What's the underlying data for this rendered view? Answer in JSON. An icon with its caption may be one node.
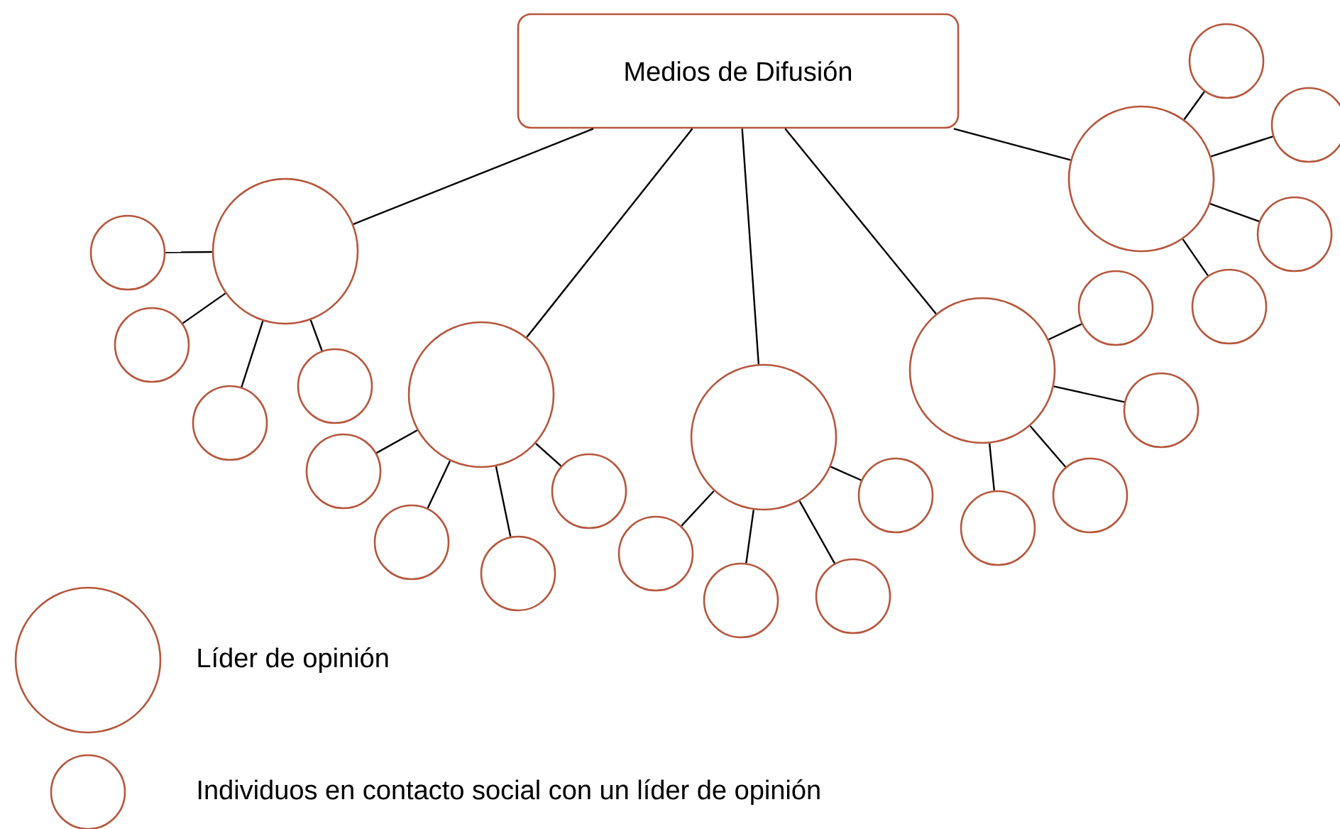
{
  "diagram": {
    "nodes": [
      {
        "text": [
          "Medios de Difusión"
        ]
      },
      {
        "text": [],
        "shape": "circle"
      },
      {
        "text": [],
        "shape": "circle"
      },
      {
        "text": [],
        "shape": "circle"
      },
      {
        "text": [],
        "shape": "circle"
      },
      {
        "text": [],
        "shape": "circle"
      },
      {
        "text": [],
        "shape": "circle"
      },
      {
        "text": [],
        "shape": "circle"
      },
      {
        "text": [],
        "shape": "circle"
      },
      {
        "text": [],
        "shape": "circle"
      },
      {
        "text": [],
        "shape": "circle"
      },
      {
        "text": [],
        "shape": "circle"
      },
      {
        "text": [],
        "shape": "circle"
      },
      {
        "text": [],
        "shape": "circle"
      },
      {
        "text": [],
        "shape": "circle"
      },
      {
        "text": [],
        "shape": "circle"
      },
      {
        "text": [],
        "shape": "circle"
      },
      {
        "text": [],
        "shape": "circle"
      },
      {
        "text": [],
        "shape": "circle"
      },
      {
        "text": [],
        "shape": "circle"
      },
      {
        "text": [],
        "shape": "circle"
      },
      {
        "text": [],
        "shape": "circle"
      },
      {
        "text": [],
        "shape": "circle"
      },
      {
        "text": [],
        "shape": "circle"
      },
      {
        "text": [],
        "shape": "circle"
      },
      {
        "text": [],
        "shape": "circle"
      }
    ],
    "edges": [
      {
        "from": 0,
        "to": 1,
        "arrow": "none"
      },
      {
        "from": 0,
        "to": 2,
        "arrow": "none"
      },
      {
        "from": 0,
        "to": 3,
        "arrow": "none"
      },
      {
        "from": 0,
        "to": 4,
        "arrow": "none"
      },
      {
        "from": 0,
        "to": 5,
        "arrow": "none"
      },
      {
        "from": 1,
        "to": 6,
        "arrow": "none"
      },
      {
        "from": 1,
        "to": 7,
        "arrow": "none"
      },
      {
        "from": 1,
        "to": 8,
        "arrow": "none"
      },
      {
        "from": 1,
        "to": 9,
        "arrow": "none"
      },
      {
        "from": 2,
        "to": 10,
        "arrow": "none"
      },
      {
        "from": 2,
        "to": 11,
        "arrow": "none"
      },
      {
        "from": 2,
        "to": 12,
        "arrow": "none"
      },
      {
        "from": 2,
        "to": 13,
        "arrow": "none"
      },
      {
        "from": 3,
        "to": 14,
        "arrow": "none"
      },
      {
        "from": 3,
        "to": 15,
        "arrow": "none"
      },
      {
        "from": 3,
        "to": 16,
        "arrow": "none"
      },
      {
        "from": 3,
        "to": 17,
        "arrow": "none"
      },
      {
        "from": 4,
        "to": 18,
        "arrow": "none"
      },
      {
        "from": 4,
        "to": 19,
        "arrow": "none"
      },
      {
        "from": 4,
        "to": 20,
        "arrow": "none"
      },
      {
        "from": 4,
        "to": 21,
        "arrow": "none"
      },
      {
        "from": 5,
        "to": 22,
        "arrow": "none"
      },
      {
        "from": 5,
        "to": 23,
        "arrow": "none"
      },
      {
        "from": 5,
        "to": 24,
        "arrow": "none"
      },
      {
        "from": 5,
        "to": 25,
        "arrow": "none"
      }
    ],
    "legend": [
      {
        "text": "Líder de opinión"
      },
      {
        "text": "Individuos en contacto social con un líder de opinión"
      }
    ]
  }
}
